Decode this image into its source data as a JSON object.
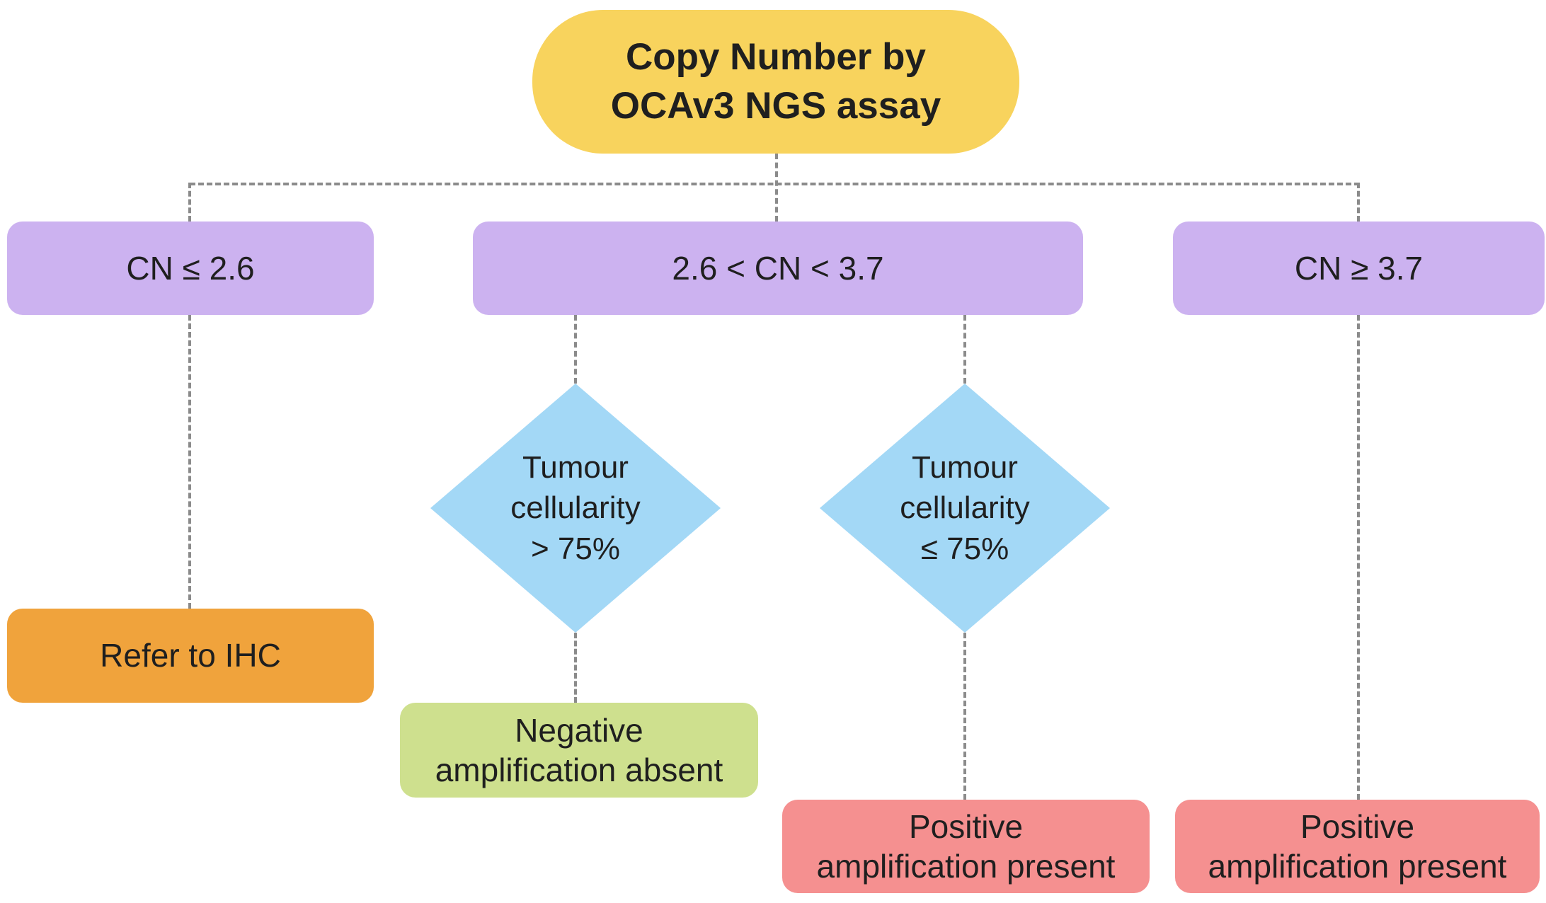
{
  "canvas": {
    "background": "#ffffff",
    "connector_color": "#8b8b8b",
    "text_color": "#1f1f1f"
  },
  "nodes": {
    "root": {
      "lines": [
        "Copy Number by",
        "OCAv3 NGS assay"
      ],
      "shape": "stadium",
      "color": "#F8D35D"
    },
    "cn_low": {
      "lines": [
        "CN ≤ 2.6"
      ],
      "shape": "rounded-rect",
      "color": "#CCB2F0"
    },
    "cn_mid": {
      "lines": [
        "2.6 < CN < 3.7"
      ],
      "shape": "rounded-rect",
      "color": "#CCB2F0"
    },
    "cn_high": {
      "lines": [
        "CN ≥ 3.7"
      ],
      "shape": "rounded-rect",
      "color": "#CCB2F0"
    },
    "cellularity_gt75": {
      "lines": [
        "Tumour",
        "cellularity",
        "> 75%"
      ],
      "shape": "diamond",
      "color": "#A3D8F6"
    },
    "cellularity_le75": {
      "lines": [
        "Tumour",
        "cellularity",
        "≤ 75%"
      ],
      "shape": "diamond",
      "color": "#A3D8F6"
    },
    "refer_ihc": {
      "lines": [
        "Refer to IHC"
      ],
      "shape": "rounded-rect",
      "color": "#F0A33C"
    },
    "negative": {
      "lines": [
        "Negative",
        "amplification absent"
      ],
      "shape": "rounded-rect",
      "color": "#CEE08E"
    },
    "positive_mid": {
      "lines": [
        "Positive",
        "amplification present"
      ],
      "shape": "rounded-rect",
      "color": "#F59090"
    },
    "positive_high": {
      "lines": [
        "Positive",
        "amplification present"
      ],
      "shape": "rounded-rect",
      "color": "#F59090"
    }
  },
  "edges": [
    {
      "from": "root",
      "to": "cn_low"
    },
    {
      "from": "root",
      "to": "cn_mid"
    },
    {
      "from": "root",
      "to": "cn_high"
    },
    {
      "from": "cn_low",
      "to": "refer_ihc"
    },
    {
      "from": "cn_mid",
      "to": "cellularity_gt75"
    },
    {
      "from": "cn_mid",
      "to": "cellularity_le75"
    },
    {
      "from": "cellularity_gt75",
      "to": "negative"
    },
    {
      "from": "cellularity_le75",
      "to": "positive_mid"
    },
    {
      "from": "cn_high",
      "to": "positive_high"
    }
  ]
}
